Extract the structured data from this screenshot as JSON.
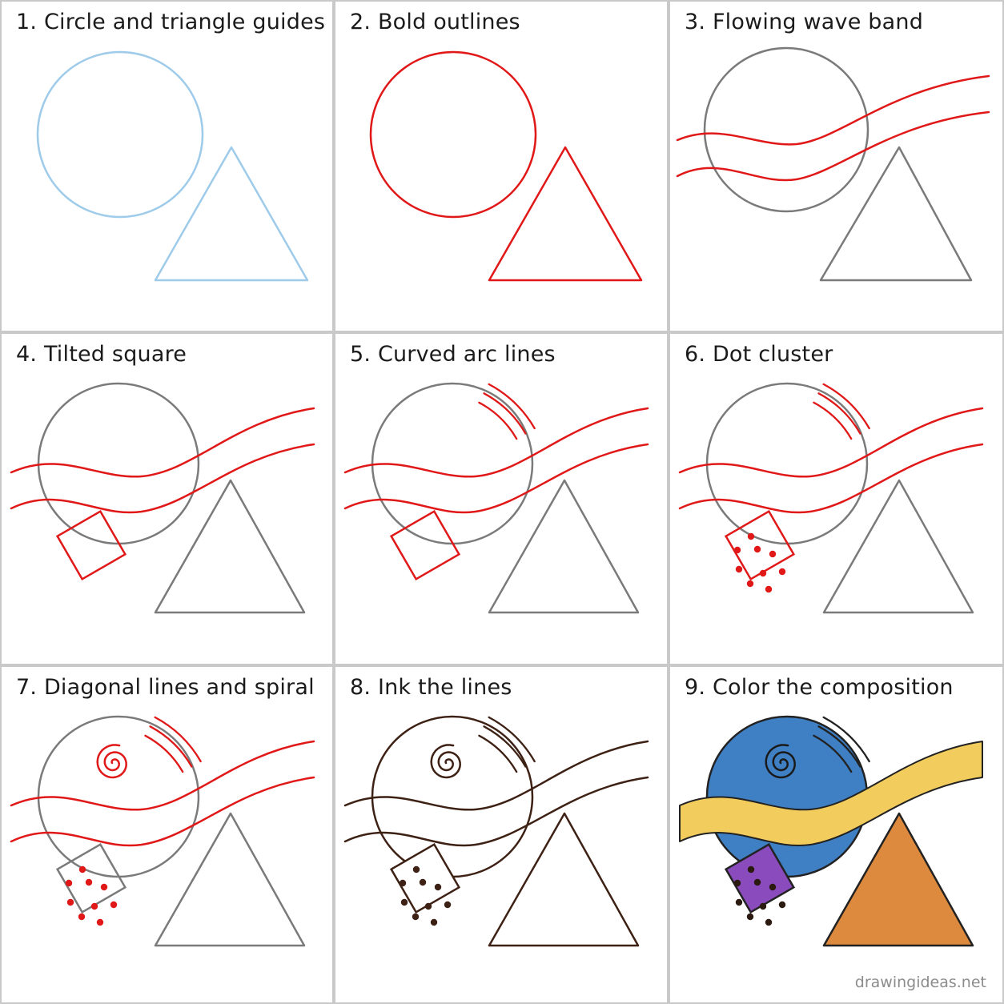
{
  "colors": {
    "guide": "#9ecbea",
    "red": "#e01818",
    "gray": "#7a7a7a",
    "ink": "#3d2114",
    "blue": "#3f7fc3",
    "yellow": "#f2cc5c",
    "purple": "#8a4cbd",
    "orange": "#dd8a3e"
  },
  "panels": [
    {
      "title": "1. Circle and triangle guides"
    },
    {
      "title": "2. Bold outlines"
    },
    {
      "title": "3. Flowing wave band"
    },
    {
      "title": "4. Tilted square"
    },
    {
      "title": "5. Curved arc lines"
    },
    {
      "title": "6. Dot cluster"
    },
    {
      "title": "7. Diagonal lines and spiral"
    },
    {
      "title": "8. Ink the lines"
    },
    {
      "title": "9. Color the composition"
    }
  ],
  "watermark": "drawingideas.net"
}
